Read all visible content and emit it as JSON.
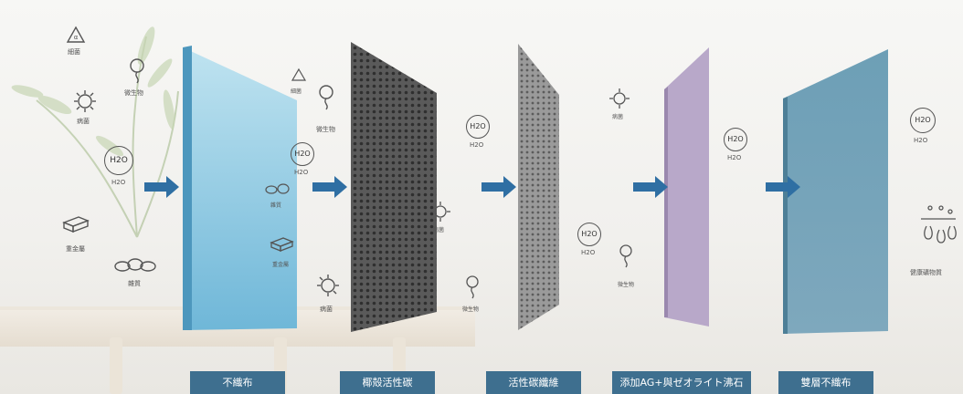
{
  "labels": {
    "layer1": "不織布",
    "layer2": "椰殻活性碳",
    "layer3": "活性碳纖維",
    "layer4": "添加AG+與ゼオライト沸石",
    "layer5": "雙層不織布"
  },
  "pollutants": {
    "bacteria": "細菌",
    "microbe": "微生物",
    "germ": "病菌",
    "water": "H2O",
    "heavy_metal": "重金屬",
    "impurity": "雜質",
    "healthy_mineral": "健康礦物質"
  },
  "colors": {
    "label_bg": "#3e6f8f",
    "arrow": "#2f6fa3",
    "layer1": "#8fd0e8",
    "layer2": "#4a4a4a",
    "layer3": "#8a8a8a",
    "layer4": "#b9a8c9",
    "layer5": "#5f8fa6"
  }
}
